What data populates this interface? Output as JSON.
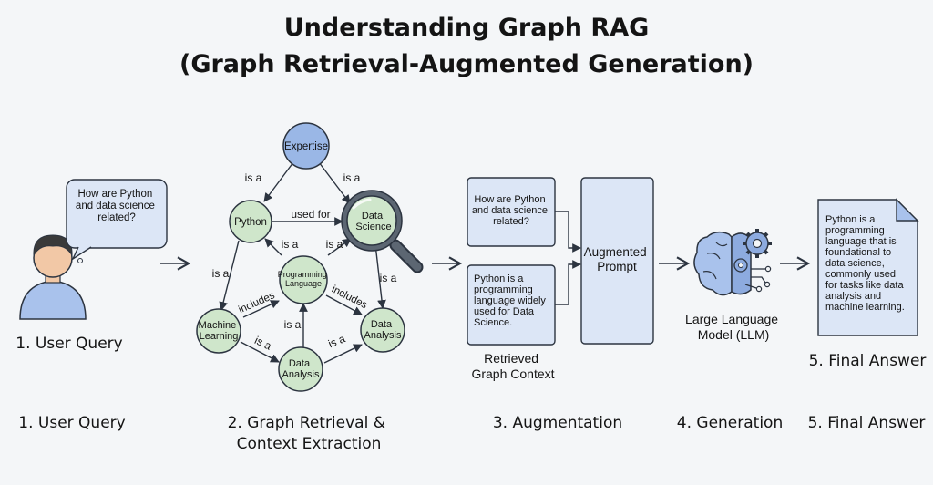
{
  "title": {
    "line1": "Understanding Graph RAG",
    "line2": "(Graph Retrieval-Augmented Generation)"
  },
  "query": {
    "bubble_text": "How are Python and data science related?",
    "label": "1. User Query"
  },
  "graph": {
    "nodes": {
      "expertise": "Expertise",
      "python": "Python",
      "data_science": "Data Science",
      "programming_language": "Programming Language",
      "machine_learning": "Machine Learning",
      "data_analysis_right": "Data Analysis",
      "data_analysis_bottom": "Data Analysis"
    },
    "edges": {
      "is_a": "is a",
      "used_for": "used for",
      "includes": "includes"
    }
  },
  "augmentation": {
    "query_box": "How are Python and data science related?",
    "context_box": "Python is a programming language widely used for Data Science.",
    "context_label": "Retrieved Graph Context",
    "prompt_label": "Augmented Prompt"
  },
  "llm": {
    "label": "Large Language Model (LLM)"
  },
  "answer": {
    "text": "Python is a programming language that is foundational to data science, commonly used for tasks like data analysis and machine learning.",
    "label": "5. Final Answer"
  },
  "steps": [
    {
      "label": "1. User Query"
    },
    {
      "label": "2. Graph Retrieval & Context Extraction"
    },
    {
      "label": "3. Augmentation"
    },
    {
      "label": "4. Generation"
    },
    {
      "label": "5. Final Answer"
    }
  ],
  "colors": {
    "node_green": "#cfe6cb",
    "node_blue": "#9ab7e6",
    "box_blue": "#dce6f6",
    "stroke": "#2c3440"
  }
}
